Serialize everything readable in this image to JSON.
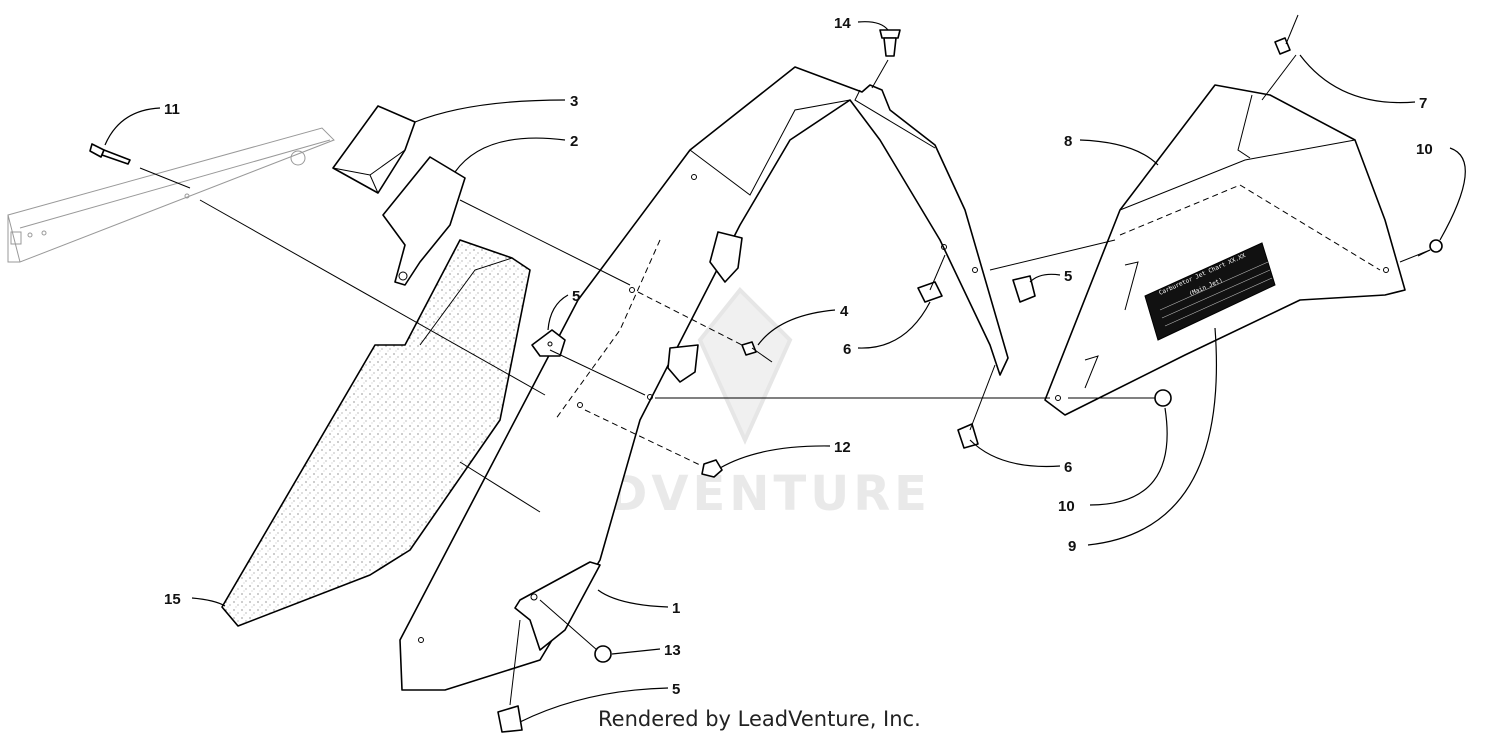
{
  "callouts": [
    {
      "id": "11",
      "label": "11"
    },
    {
      "id": "3",
      "label": "3"
    },
    {
      "id": "2",
      "label": "2"
    },
    {
      "id": "14",
      "label": "14"
    },
    {
      "id": "5a",
      "label": "5"
    },
    {
      "id": "4",
      "label": "4"
    },
    {
      "id": "6a",
      "label": "6"
    },
    {
      "id": "5b",
      "label": "5"
    },
    {
      "id": "12",
      "label": "12"
    },
    {
      "id": "6b",
      "label": "6"
    },
    {
      "id": "7",
      "label": "7"
    },
    {
      "id": "8",
      "label": "8"
    },
    {
      "id": "10a",
      "label": "10"
    },
    {
      "id": "10b",
      "label": "10"
    },
    {
      "id": "9",
      "label": "9"
    },
    {
      "id": "15",
      "label": "15"
    },
    {
      "id": "1",
      "label": "1"
    },
    {
      "id": "13",
      "label": "13"
    },
    {
      "id": "5c",
      "label": "5"
    }
  ],
  "decal": {
    "heading": "Carburetor Jet Chart XX.XX",
    "line1": "(Main Jet)"
  },
  "watermark": "LEADVENTURE",
  "footer": "Rendered by LeadVenture, Inc."
}
